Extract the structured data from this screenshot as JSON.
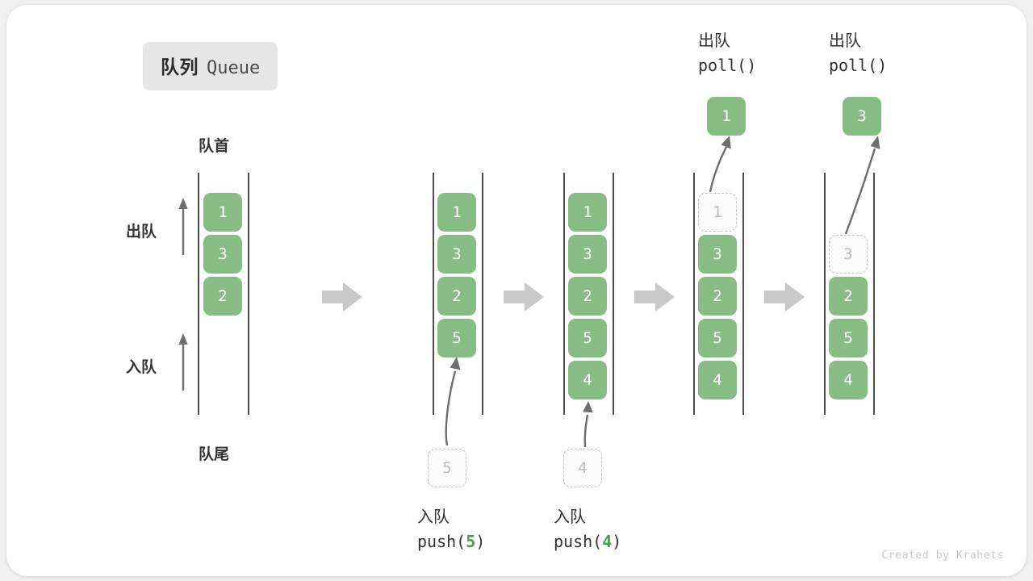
{
  "card": {
    "title_cn": "队列",
    "title_en": "Queue",
    "credit": "Created by Krahets"
  },
  "colors": {
    "cell_fill": "#87bd85",
    "cell_text": "#ffffff",
    "ghost_fill": "#fafafa",
    "ghost_border": "#c4c4c4",
    "ghost_text": "#bcbcbc",
    "rail": "#4d4d4d",
    "arrow_gray": "#6e6e6e",
    "step_arrow": "#c8c8c8",
    "badge_bg": "#e6e6e6",
    "label_text": "#333333",
    "code_num": "#4a9e4a"
  },
  "labels": {
    "front": "队首",
    "rear": "队尾",
    "dequeue": "出队",
    "enqueue": "入队"
  },
  "columns": [
    {
      "id": "initial",
      "cells": [
        {
          "value": "1",
          "state": "solid"
        },
        {
          "value": "3",
          "state": "solid"
        },
        {
          "value": "2",
          "state": "solid"
        }
      ]
    },
    {
      "id": "after-push-5",
      "cells": [
        {
          "value": "1",
          "state": "solid"
        },
        {
          "value": "3",
          "state": "solid"
        },
        {
          "value": "2",
          "state": "solid"
        },
        {
          "value": "5",
          "state": "solid"
        }
      ],
      "incoming": {
        "value": "5",
        "state": "ghost"
      },
      "caption_cn": "入队",
      "caption_fn": "push(",
      "caption_num": "5",
      "caption_close": ")"
    },
    {
      "id": "after-push-4",
      "cells": [
        {
          "value": "1",
          "state": "solid"
        },
        {
          "value": "3",
          "state": "solid"
        },
        {
          "value": "2",
          "state": "solid"
        },
        {
          "value": "5",
          "state": "solid"
        },
        {
          "value": "4",
          "state": "solid"
        }
      ],
      "incoming": {
        "value": "4",
        "state": "ghost"
      },
      "caption_cn": "入队",
      "caption_fn": "push(",
      "caption_num": "4",
      "caption_close": ")"
    },
    {
      "id": "after-poll-1",
      "cells": [
        {
          "value": "1",
          "state": "ghost"
        },
        {
          "value": "3",
          "state": "solid"
        },
        {
          "value": "2",
          "state": "solid"
        },
        {
          "value": "5",
          "state": "solid"
        },
        {
          "value": "4",
          "state": "solid"
        }
      ],
      "outgoing": {
        "value": "1",
        "state": "solid"
      },
      "caption_cn": "出队",
      "caption_fn": "poll()"
    },
    {
      "id": "after-poll-3",
      "cells": [
        {
          "value": "",
          "state": "empty"
        },
        {
          "value": "3",
          "state": "ghost"
        },
        {
          "value": "2",
          "state": "solid"
        },
        {
          "value": "5",
          "state": "solid"
        },
        {
          "value": "4",
          "state": "solid"
        }
      ],
      "outgoing": {
        "value": "3",
        "state": "solid"
      },
      "caption_cn": "出队",
      "caption_fn": "poll()"
    }
  ]
}
